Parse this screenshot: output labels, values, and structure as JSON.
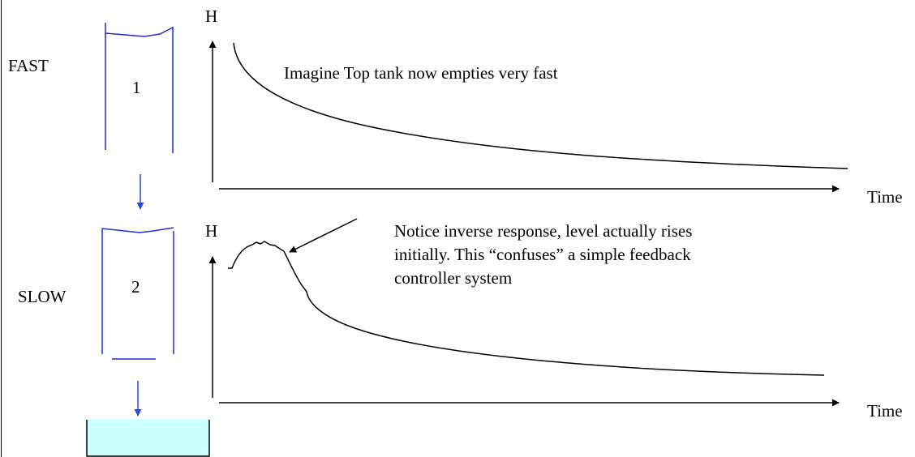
{
  "tanks": {
    "top": {
      "speed_label": "FAST",
      "number": "1"
    },
    "bottom": {
      "speed_label": "SLOW",
      "number": "2"
    }
  },
  "graph_top": {
    "y_axis_label": "H",
    "x_axis_label": "Time",
    "annotation": "Imagine Top tank now empties very fast"
  },
  "graph_bottom": {
    "y_axis_label": "H",
    "x_axis_label": "Time",
    "annotation_lines": [
      "Notice inverse response, level actually rises",
      "initially. This “confuses” a simple feedback",
      "controller system"
    ]
  },
  "colors": {
    "tank_outline": "#1f2fd0",
    "flow_arrow": "#2848e0",
    "reservoir_fill": "#ccffff",
    "curve": "#000000"
  }
}
